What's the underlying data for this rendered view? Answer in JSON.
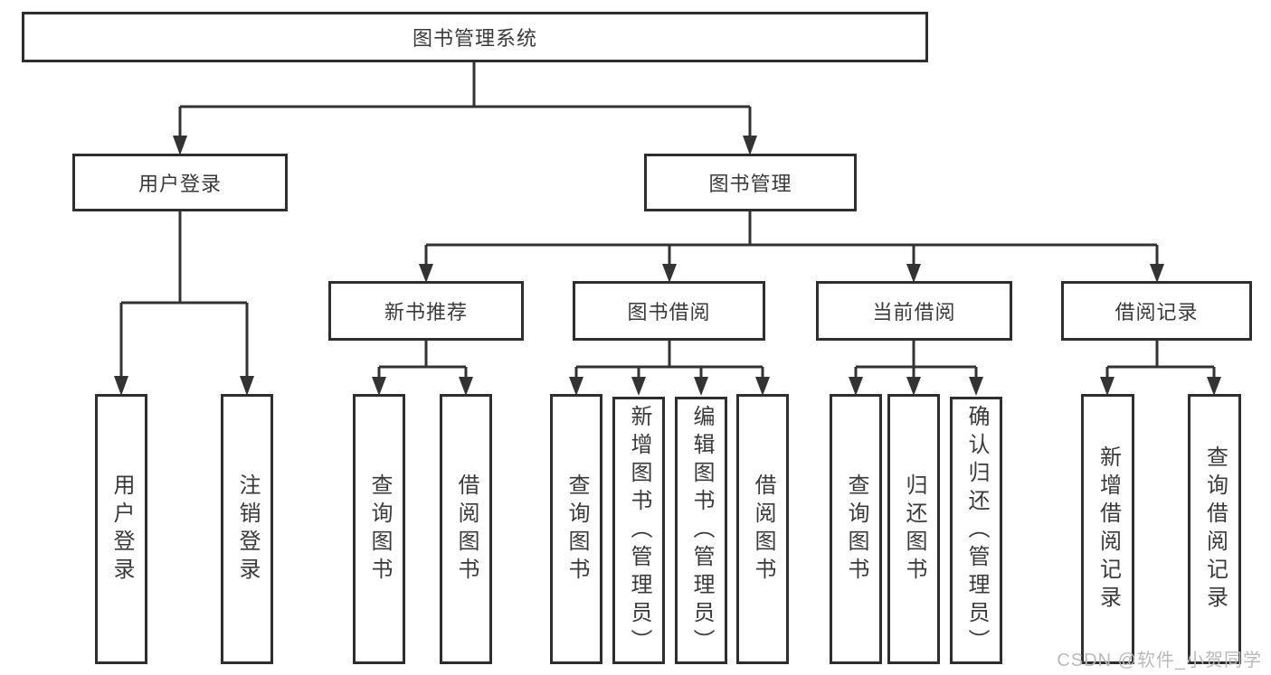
{
  "tree": {
    "label": "图书管理系统",
    "children": [
      {
        "label": "用户登录",
        "children": [
          {
            "label": "用户登录"
          },
          {
            "label": "注销登录"
          }
        ]
      },
      {
        "label": "图书管理",
        "children": [
          {
            "label": "新书推荐",
            "children": [
              {
                "label": "查询图书"
              },
              {
                "label": "借阅图书"
              }
            ]
          },
          {
            "label": "图书借阅",
            "children": [
              {
                "label": "查询图书"
              },
              {
                "label": "新增图书（管理员）"
              },
              {
                "label": "编辑图书（管理员）"
              },
              {
                "label": "借阅图书"
              }
            ]
          },
          {
            "label": "当前借阅",
            "children": [
              {
                "label": "查询图书"
              },
              {
                "label": "归还图书"
              },
              {
                "label": "确认归还（管理员）"
              }
            ]
          },
          {
            "label": "借阅记录",
            "children": [
              {
                "label": "新增借阅记录"
              },
              {
                "label": "查询借阅记录"
              }
            ]
          }
        ]
      }
    ]
  },
  "watermark": "CSDN @软件_小贺同学",
  "colors": {
    "line": "#333333",
    "box_border": "#2e2e2e",
    "text": "#3a3a3a",
    "background": "#ffffff",
    "watermark": "#b9b9b9"
  }
}
